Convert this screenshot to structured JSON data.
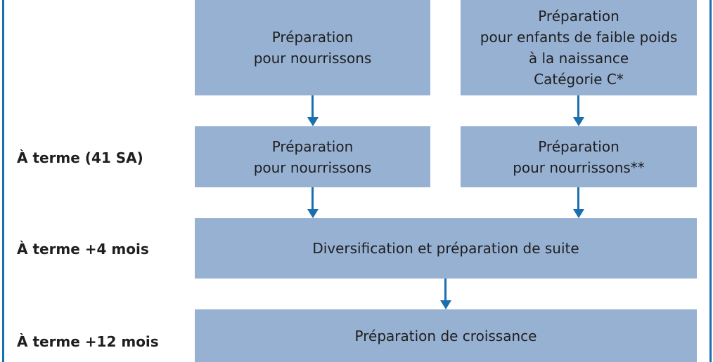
{
  "boxes": {
    "top_left": {
      "lines": [
        "Préparation",
        "pour nourrissons"
      ]
    },
    "top_right": {
      "lines": [
        "Préparation",
        "pour enfants de faible poids",
        "à la naissance",
        "Catégorie C*"
      ]
    },
    "term_left": {
      "lines": [
        "Préparation",
        "pour nourrissons"
      ]
    },
    "term_right": {
      "lines": [
        "Préparation",
        "pour nourrissons**"
      ]
    },
    "four_months": {
      "text": "Diversification et préparation de suite"
    },
    "twelve_months": {
      "text": "Préparation de croissance"
    }
  },
  "row_labels": {
    "term": "À terme (41 SA)",
    "four_months": "À terme +4 mois",
    "twelve_months": "À terme +12 mois"
  },
  "colors": {
    "box_fill": "#97b1d3",
    "arrow": "#1a6fae",
    "frame": "#1a6fae",
    "text": "#1e1e1e"
  }
}
